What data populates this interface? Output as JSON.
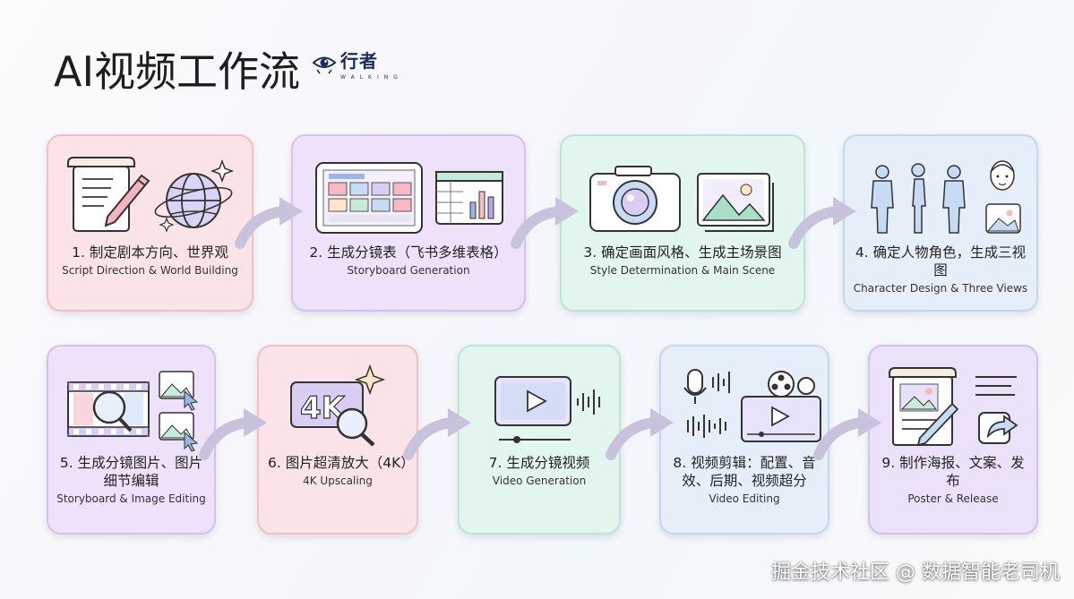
{
  "title": "AI视频工作流",
  "brand": {
    "name": "行者",
    "sub": "WALKING"
  },
  "steps": [
    {
      "label": "1. 制定剧本方向、世界观",
      "sub": "Script Direction & World Building"
    },
    {
      "label": "2. 生成分镜表（飞书多维表格）",
      "sub": "Storyboard Generation"
    },
    {
      "label": "3. 确定画面风格、生成主场景图",
      "sub": "Style Determination & Main Scene"
    },
    {
      "label": "4. 确定人物角色，生成三视图",
      "sub": "Character Design & Three Views"
    },
    {
      "label": "5. 生成分镜图片、图片细节编辑",
      "sub": "Storyboard & Image Editing"
    },
    {
      "label": "6. 图片超清放大（4K）",
      "sub": "4K Upscaling"
    },
    {
      "label": "7. 生成分镜视频",
      "sub": "Video Generation"
    },
    {
      "label": "8. 视频剪辑：配置、音效、后期、视频超分",
      "sub": "Video Editing"
    },
    {
      "label": "9. 制作海报、文案、发布",
      "sub": "Poster & Release"
    }
  ],
  "upscale_badge": "4K",
  "watermark": "掘金技术社区 @ 数据智能老司机",
  "colors": {
    "pink": "#fbe4e7",
    "violet": "#ede2fa",
    "mint": "#e2f6ef",
    "blue": "#e6eefa",
    "arrow": "#c9c2dc"
  },
  "icons": [
    "script-icon",
    "pencil-icon",
    "globe-icon",
    "tablet-storyboard-icon",
    "spreadsheet-chart-icon",
    "camera-icon",
    "landscape-icon",
    "human-figures-icon",
    "face-icon",
    "film-strip-icon",
    "magnifier-icon",
    "cursor-image-icon",
    "4k-icon",
    "play-video-icon",
    "microphone-icon",
    "film-reel-icon",
    "poster-icon",
    "share-icon"
  ]
}
